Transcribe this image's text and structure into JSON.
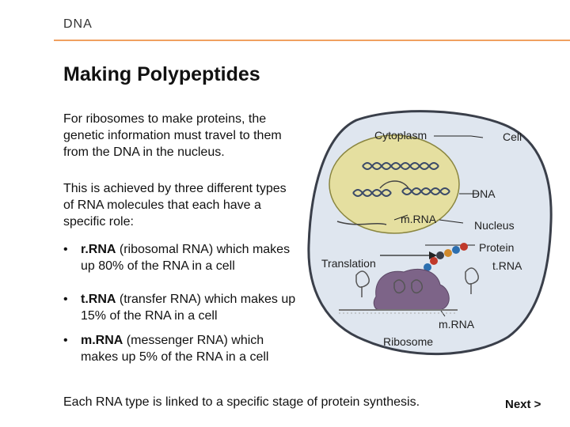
{
  "header": {
    "section": "DNA"
  },
  "title": "Making Polypeptides",
  "intro": "For ribosomes to make proteins, the genetic information must travel to them from the DNA in the nucleus.",
  "achieved": "This is achieved by three different types of RNA molecules that each have a specific role:",
  "bullets": [
    {
      "term": "r.RNA",
      "desc": " (ribosomal RNA) which makes up 80% of the RNA in a cell"
    },
    {
      "term": "t.RNA",
      "desc": " (transfer RNA) which makes up 15% of the RNA in a cell"
    },
    {
      "term": "m.RNA",
      "desc": " (messenger RNA) which makes up 5% of the RNA in a cell"
    }
  ],
  "diagram": {
    "labels": {
      "cytoplasm": "Cytoplasm",
      "cell": "Cell",
      "dna": "DNA",
      "mrna_top": "m.RNA",
      "nucleus": "Nucleus",
      "protein": "Protein",
      "trna": "t.RNA",
      "translation": "Translation",
      "mrna_bottom": "m.RNA",
      "ribosome": "Ribosome"
    },
    "colors": {
      "cell_fill": "#dfe6ef",
      "cell_stroke": "#3a3f4a",
      "nucleus_fill": "#e5dfa0",
      "ribosome_fill": "#7d6488",
      "dna_color": "#3b4a68"
    }
  },
  "footer": {
    "summary": "Each RNA type is linked to a specific stage of protein synthesis.",
    "next": "Next >"
  }
}
